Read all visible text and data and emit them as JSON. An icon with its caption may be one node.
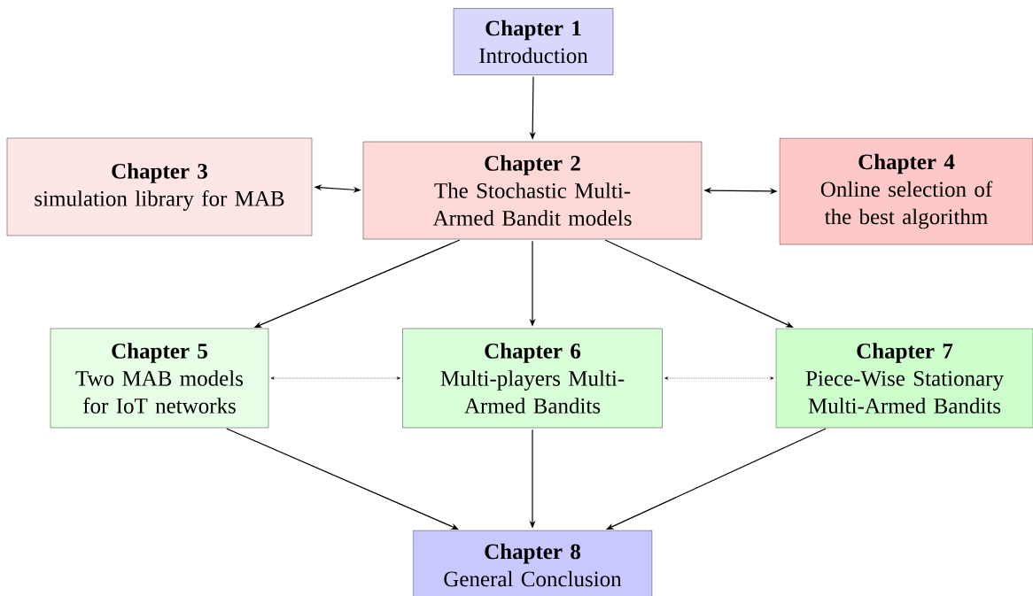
{
  "diagram": {
    "nodes": [
      {
        "text": [
          "Chapter 1",
          "Introduction"
        ]
      },
      {
        "text": [
          "Chapter 2",
          "The Stochastic Multi-Armed Bandit models"
        ]
      },
      {
        "text": [
          "Chapter 3",
          "simulation library for MAB"
        ]
      },
      {
        "text": [
          "Chapter 4",
          "Online selection of the best algorithm"
        ]
      },
      {
        "text": [
          "Chapter 5",
          "Two MAB models for IoT networks"
        ]
      },
      {
        "text": [
          "Chapter 6",
          "Multi-players Multi-Armed Bandits"
        ]
      },
      {
        "text": [
          "Chapter 7",
          "Piece-Wise Stationary Multi-Armed Bandits"
        ]
      },
      {
        "text": [
          "Chapter 8",
          "General Conclusion"
        ]
      }
    ],
    "edges": [
      {
        "from": 0,
        "to": 1,
        "arrow": "to"
      },
      {
        "from": 1,
        "to": 2,
        "arrow": "both"
      },
      {
        "from": 1,
        "to": 3,
        "arrow": "both"
      },
      {
        "from": 1,
        "to": 4,
        "arrow": "to"
      },
      {
        "from": 1,
        "to": 5,
        "arrow": "to"
      },
      {
        "from": 1,
        "to": 6,
        "arrow": "to"
      },
      {
        "from": 4,
        "to": 5,
        "arrow": "both",
        "style": "dashed"
      },
      {
        "from": 5,
        "to": 6,
        "arrow": "both",
        "style": "dashed"
      },
      {
        "from": 4,
        "to": 7,
        "arrow": "to"
      },
      {
        "from": 5,
        "to": 7,
        "arrow": "to"
      },
      {
        "from": 6,
        "to": 7,
        "arrow": "to"
      }
    ]
  }
}
